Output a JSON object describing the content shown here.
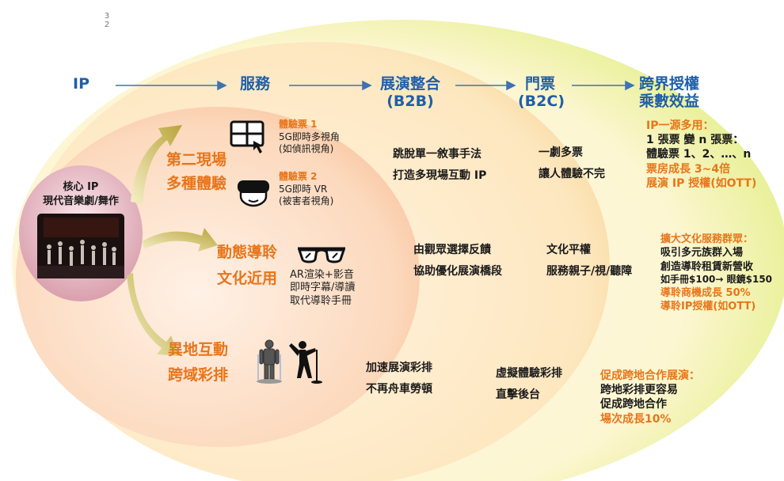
{
  "page_number": [
    "3",
    "2"
  ],
  "flow": {
    "ip": "IP",
    "service": "服務",
    "b2b_1": "展演整合",
    "b2b_2": "(B2B)",
    "b2c_1": "門票",
    "b2c_2": "(B2C)",
    "cross_1": "跨界授權",
    "cross_2": "乘數效益"
  },
  "core": {
    "line1": "核心 IP",
    "line2": "現代音樂劇/舞作"
  },
  "row1": {
    "label1": "第二現場",
    "label2": "多種體驗",
    "ticket1_title": "體驗票 1",
    "ticket1_l1": "5G即時多視角",
    "ticket1_l2": "(如偵訊視角)",
    "ticket2_title": "體驗票 2",
    "ticket2_l1": "5G即時 VR",
    "ticket2_l2": "(被害者視角)",
    "b2b_l1": "跳脫單一敘事手法",
    "b2b_l2": "打造多現場互動 IP",
    "b2c_l1": "一劇多票",
    "b2c_l2": "讓人體驗不完",
    "cross_l1": "IP一源多用：",
    "cross_l2": "1 張票 變 n 張票：",
    "cross_l3": "體驗票 1、2、…、n",
    "cross_l4": "票房成長 3~4倍",
    "cross_l5": "展演 IP 授權(如OTT)"
  },
  "row2": {
    "label1": "動態導聆",
    "label2": "文化近用",
    "desc_l1": "AR渲染+影音",
    "desc_l2": "即時字幕/導讀",
    "desc_l3": "取代導聆手冊",
    "b2b_l1": "由觀眾選擇反饋",
    "b2b_l2": "協助優化展演橋段",
    "b2c_l1": "文化平權",
    "b2c_l2": "服務親子/視/聽障",
    "cross_l1": "擴大文化服務群眾：",
    "cross_l2": "吸引多元族群入場",
    "cross_l3": "創造導聆租賃新營收",
    "cross_l4": "如手冊$100→ 眼鏡$150",
    "cross_l5": "導聆商機成長 50%",
    "cross_l6": "導聆IP授權(如OTT)"
  },
  "row3": {
    "label1": "異地互動",
    "label2": "跨域彩排",
    "b2b_l1": "加速展演彩排",
    "b2b_l2": "不再舟車勞頓",
    "b2c_l1": "虛擬體驗彩排",
    "b2c_l2": "直擊後台",
    "cross_l1": "促成跨地合作展演：",
    "cross_l2": "跨地彩排更容易",
    "cross_l3": "促成跨地合作",
    "cross_l4": "場次成長10%"
  },
  "icons": [
    "multi-view-screen-icon",
    "vr-headset-icon",
    "ar-glasses-icon",
    "remote-rehearsal-icon"
  ],
  "colors": {
    "blue": "#1f5fa8",
    "orange": "#e8751a",
    "text": "#1a1a1a"
  }
}
